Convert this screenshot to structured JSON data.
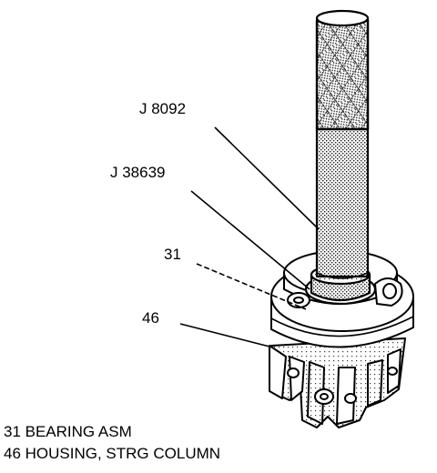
{
  "callouts": {
    "tool_1": "J 8092",
    "tool_2": "J 38639",
    "part_31": "31",
    "part_46": "46"
  },
  "legend": [
    "31 BEARING ASM",
    "46 HOUSING, STRG COLUMN"
  ]
}
